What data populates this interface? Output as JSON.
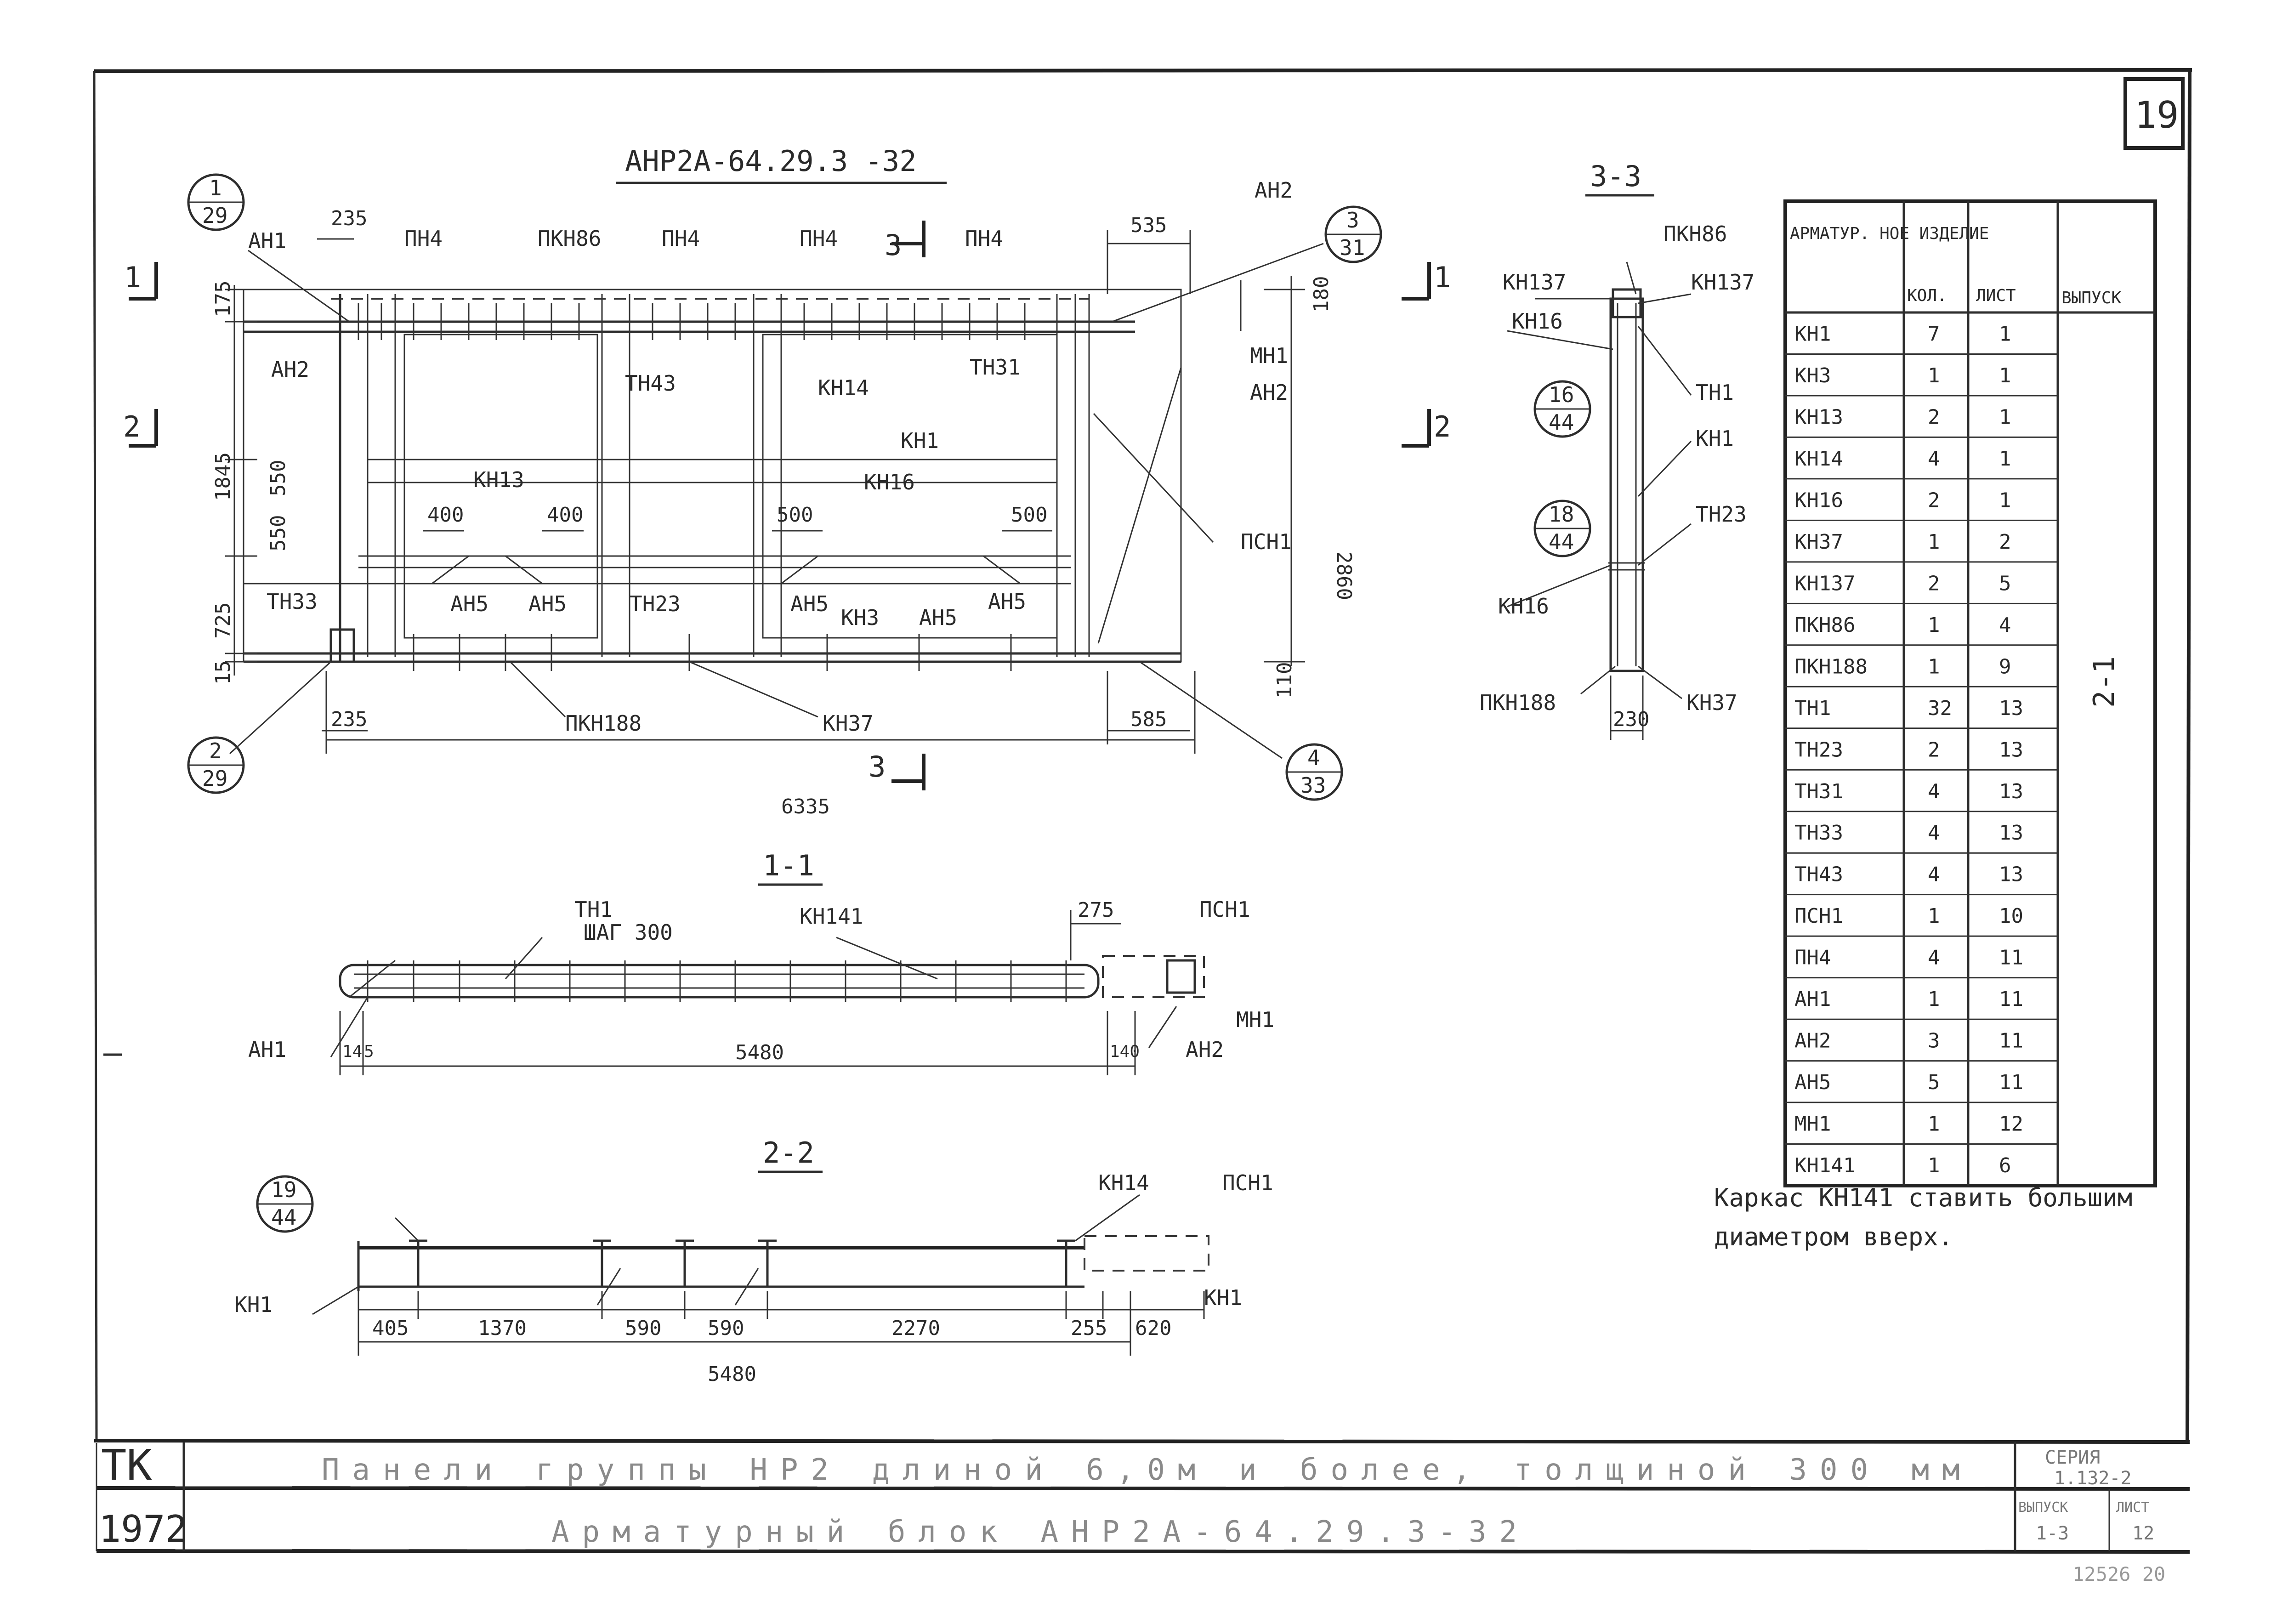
{
  "sheet": {
    "number": "19",
    "inventory": "12526 20"
  },
  "elevation": {
    "title": "АНР2А-64.29.3 -32",
    "callouts": [
      {
        "top": "1",
        "bottom": "29"
      },
      {
        "top": "2",
        "bottom": "29"
      },
      {
        "top": "3",
        "bottom": "31"
      },
      {
        "top": "4",
        "bottom": "33"
      }
    ],
    "section_marks": [
      "1",
      "1",
      "2",
      "2",
      "3",
      "3"
    ],
    "labels": [
      "АН1",
      "ПН4",
      "ПКН86",
      "ПН4",
      "ПН4",
      "ПН4",
      "АН2",
      "АН2",
      "ТН43",
      "КН14",
      "ТН31",
      "МН1",
      "АН2",
      "КН1",
      "КН13",
      "КН16",
      "ПСН1",
      "ТН33",
      "АН5",
      "АН5",
      "ТН23",
      "АН5",
      "КН3",
      "АН5",
      "АН5",
      "ПКН188",
      "КН37"
    ],
    "dims": [
      "235",
      "535",
      "175",
      "180",
      "1845",
      "550",
      "550",
      "400",
      "400",
      "500",
      "500",
      "2860",
      "725",
      "15",
      "110",
      "235",
      "585",
      "6335"
    ]
  },
  "section_1_1": {
    "title": "1-1",
    "labels": [
      "ТН1",
      "ШАГ 300",
      "КН141",
      "ПСН1",
      "МН1",
      "АН1",
      "АН2"
    ],
    "dims": [
      "275",
      "14",
      "5",
      "5480",
      "140"
    ]
  },
  "section_2_2": {
    "title": "2-2",
    "callout": {
      "top": "19",
      "bottom": "44"
    },
    "labels": [
      "КН14",
      "ПСН1",
      "КН1",
      "КН1"
    ],
    "dims": [
      "405",
      "1370",
      "590",
      "590",
      "2270",
      "255",
      "620",
      "5480"
    ]
  },
  "section_3_3": {
    "title": "3-3",
    "callouts": [
      {
        "top": "16",
        "bottom": "44"
      },
      {
        "top": "18",
        "bottom": "44"
      }
    ],
    "labels": [
      "ПКН86",
      "КН137",
      "КН137",
      "КН16",
      "ТН1",
      "КН1",
      "ТН23",
      "КН16",
      "ПКН188",
      "КН37"
    ],
    "dims": [
      "230"
    ]
  },
  "spec_table": {
    "headers": [
      "АРМАТУР. НОЕ ИЗДЕЛИЕ",
      "КОЛ.",
      "ЛИСТ",
      "ВЫПУСК"
    ],
    "vypusk": "2-1",
    "rows": [
      [
        "КН1",
        "7",
        "1"
      ],
      [
        "КН3",
        "1",
        "1"
      ],
      [
        "КН13",
        "2",
        "1"
      ],
      [
        "КН14",
        "4",
        "1"
      ],
      [
        "КН16",
        "2",
        "1"
      ],
      [
        "КН37",
        "1",
        "2"
      ],
      [
        "КН137",
        "2",
        "5"
      ],
      [
        "ПКН86",
        "1",
        "4"
      ],
      [
        "ПКН188",
        "1",
        "9"
      ],
      [
        "ТН1",
        "32",
        "13"
      ],
      [
        "ТН23",
        "2",
        "13"
      ],
      [
        "ТН31",
        "4",
        "13"
      ],
      [
        "ТН33",
        "4",
        "13"
      ],
      [
        "ТН43",
        "4",
        "13"
      ],
      [
        "ПСН1",
        "1",
        "10"
      ],
      [
        "ПН4",
        "4",
        "11"
      ],
      [
        "АН1",
        "1",
        "11"
      ],
      [
        "АН2",
        "3",
        "11"
      ],
      [
        "АН5",
        "5",
        "11"
      ],
      [
        "МН1",
        "1",
        "12"
      ],
      [
        "КН141",
        "1",
        "6"
      ]
    ]
  },
  "note": {
    "line1": "Каркас КН141 ставить большим",
    "line2": "диаметром вверх."
  },
  "title_block": {
    "org": "ТК",
    "year": "1972",
    "line1": "Панели группы НР2 длиной 6,0м и более, толщиной 300 мм",
    "line2": "Арматурный блок АНР2А-64.29.3-32",
    "series_label": "СЕРИЯ",
    "series": "1.132-2",
    "vypusk_label": "ВЫПУСК",
    "vypusk": "1-3",
    "list_label": "ЛИСТ",
    "list": "12"
  }
}
